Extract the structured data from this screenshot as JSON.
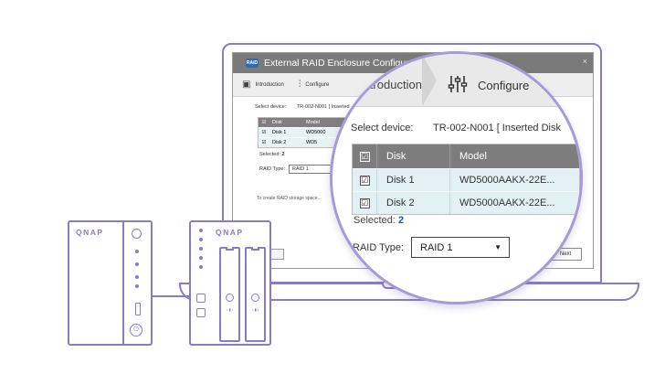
{
  "window": {
    "title": "External RAID Enclosure Configuration",
    "logo_text": "RAID",
    "close_glyph": "×"
  },
  "steps": [
    {
      "label": "Introduction",
      "icon": "monitor-icon"
    },
    {
      "label": "Configure",
      "icon": "sliders-icon"
    }
  ],
  "device": {
    "label": "Select device:",
    "value": "TR-002-N001 [ Inserted Disk",
    "mini_label": "Select device:",
    "mini_value": "TR-002-N001 [ Inserted"
  },
  "disk_table": {
    "columns": [
      "Disk",
      "Model"
    ],
    "rows": [
      {
        "checked": true,
        "disk": "Disk 1",
        "model": "WD5000AAKX-22E..."
      },
      {
        "checked": true,
        "disk": "Disk 2",
        "model": "WD5000AAKX-22E..."
      }
    ],
    "mini_models": [
      "WD5000",
      "WD5"
    ]
  },
  "selection": {
    "label": "Selected:",
    "count": "2"
  },
  "raid": {
    "label": "RAID Type:",
    "value": "RAID 1"
  },
  "hint": "To create RAID storage space...",
  "buttons": {
    "next": "Next"
  },
  "nas": {
    "brand": "QNAP"
  },
  "icons": {
    "check": "☑",
    "caret": "▼",
    "sliders": "⫶",
    "monitor": "▣"
  },
  "colors": {
    "accent": "#8a7bc6",
    "table_header": "#7d7d7d",
    "row_bg": "#e4f1f4",
    "selected_count": "#1e5aa8"
  }
}
